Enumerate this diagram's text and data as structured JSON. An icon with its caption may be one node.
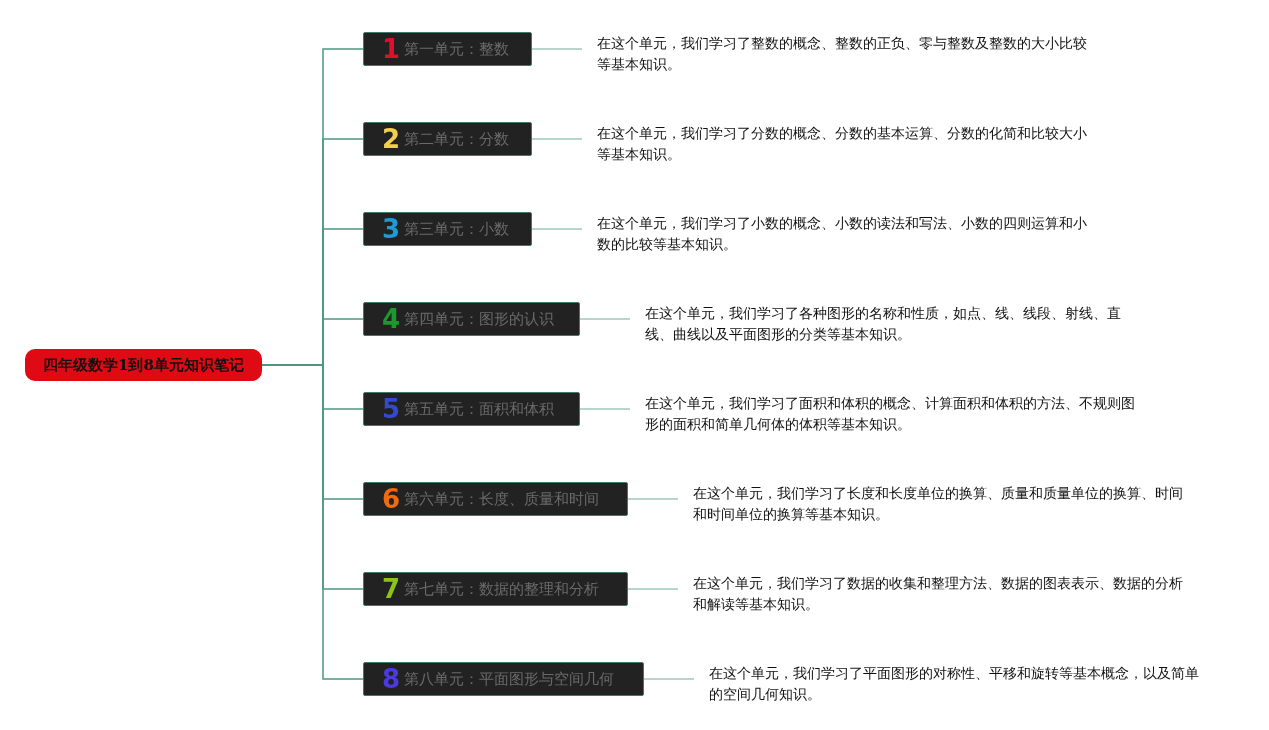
{
  "diagram": {
    "nodes": [
      {
        "text": [
          "四年级数学1到8单元知识笔记"
        ]
      },
      {
        "text": [
          "1",
          "第一单元：整数"
        ]
      },
      {
        "text": [
          "2",
          "第二单元：分数"
        ]
      },
      {
        "text": [
          "3",
          "第三单元：小数"
        ]
      },
      {
        "text": [
          "4",
          "第四单元：图形的认识"
        ]
      },
      {
        "text": [
          "5",
          "第五单元：面积和体积"
        ]
      },
      {
        "text": [
          "6",
          "第六单元：长度、质量和时间"
        ]
      },
      {
        "text": [
          "7",
          "第七单元：数据的整理和分析"
        ]
      },
      {
        "text": [
          "8",
          "第八单元：平面图形与空间几何"
        ]
      },
      {
        "text": [
          "在这个单元，我们学习了整数的概念、整数的正负、零与整数及整数的大小比较等基本知识。"
        ]
      },
      {
        "text": [
          "在这个单元，我们学习了分数的概念、分数的基本运算、分数的化简和比较大小等基本知识。"
        ]
      },
      {
        "text": [
          "在这个单元，我们学习了小数的概念、小数的读法和写法、小数的四则运算和小数的比较等基本知识。"
        ]
      },
      {
        "text": [
          "在这个单元，我们学习了各种图形的名称和性质，如点、线、线段、射线、直线、曲线以及平面图形的分类等基本知识。"
        ]
      },
      {
        "text": [
          "在这个单元，我们学习了面积和体积的概念、计算面积和体积的方法、不规则图形的面积和简单几何体的体积等基本知识。"
        ]
      },
      {
        "text": [
          "在这个单元，我们学习了长度和长度单位的换算、质量和质量单位的换算、时间和时间单位的换算等基本知识。"
        ]
      },
      {
        "text": [
          "在这个单元，我们学习了数据的收集和整理方法、数据的图表表示、数据的分析和解读等基本知识。"
        ]
      },
      {
        "text": [
          "在这个单元，我们学习了平面图形的对称性、平移和旋转等基本概念，以及简单的空间几何知识。"
        ]
      }
    ],
    "edges": [
      {
        "from": 0,
        "to": 1,
        "arrow": "none"
      },
      {
        "from": 0,
        "to": 2,
        "arrow": "none"
      },
      {
        "from": 0,
        "to": 3,
        "arrow": "none"
      },
      {
        "from": 0,
        "to": 4,
        "arrow": "none"
      },
      {
        "from": 0,
        "to": 5,
        "arrow": "none"
      },
      {
        "from": 0,
        "to": 6,
        "arrow": "none"
      },
      {
        "from": 0,
        "to": 7,
        "arrow": "none"
      },
      {
        "from": 0,
        "to": 8,
        "arrow": "none"
      },
      {
        "from": 1,
        "to": 9,
        "arrow": "none"
      },
      {
        "from": 2,
        "to": 10,
        "arrow": "none"
      },
      {
        "from": 3,
        "to": 11,
        "arrow": "none"
      },
      {
        "from": 4,
        "to": 12,
        "arrow": "none"
      },
      {
        "from": 5,
        "to": 13,
        "arrow": "none"
      },
      {
        "from": 6,
        "to": 14,
        "arrow": "none"
      },
      {
        "from": 7,
        "to": 15,
        "arrow": "none"
      },
      {
        "from": 8,
        "to": 16,
        "arrow": "none"
      }
    ]
  }
}
